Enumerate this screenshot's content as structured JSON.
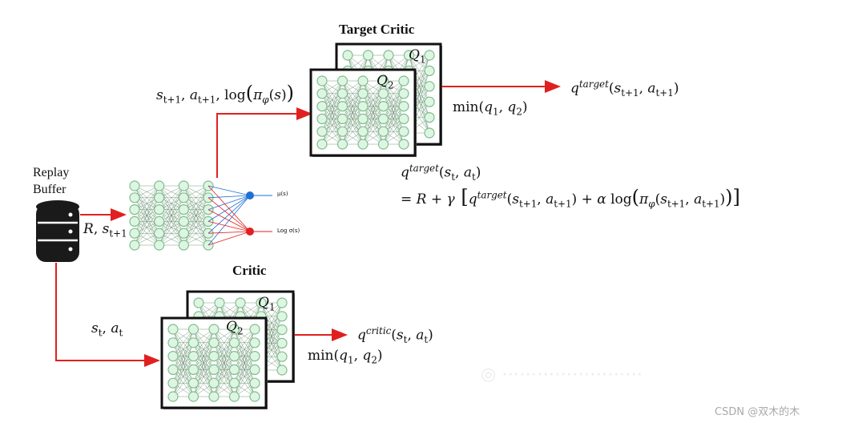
{
  "titles": {
    "target_critic": "Target Critic",
    "critic": "Critic",
    "replay_buffer_line1": "Replay",
    "replay_buffer_line2": "Buffer"
  },
  "network_labels": {
    "target_q1": "Q1",
    "target_q2": "Q2",
    "critic_q1": "Q1",
    "critic_q2": "Q2",
    "actor_mu": "μ(s)",
    "actor_log_sigma": "Log σ(s)"
  },
  "math": {
    "target_input": "s_{t+1}, a_{t+1}, log(π_φ(s))",
    "target_min": "min(q1, q2)",
    "target_output": "q^target(s_{t+1}, a_{t+1})",
    "buffer_to_actor": "R, s_{t+1}",
    "buffer_to_critic": "s_t, a_t",
    "critic_min": "min(q1, q2)",
    "critic_output": "q^critic(s_t, a_t)",
    "equation_line1": "q^target(s_t, a_t)",
    "equation_line2": "= R + γ [q^target(s_{t+1}, a_{t+1}) + α log(π_φ(s_{t+1}, a_{t+1}))]"
  },
  "watermark": "CSDN @双木的木",
  "colors": {
    "arrow": "#e02020",
    "node_fill": "#dff5e4",
    "node_stroke": "#7cbf8a",
    "mu_node": "#1f6fd6",
    "log_sigma_node": "#e02020"
  }
}
